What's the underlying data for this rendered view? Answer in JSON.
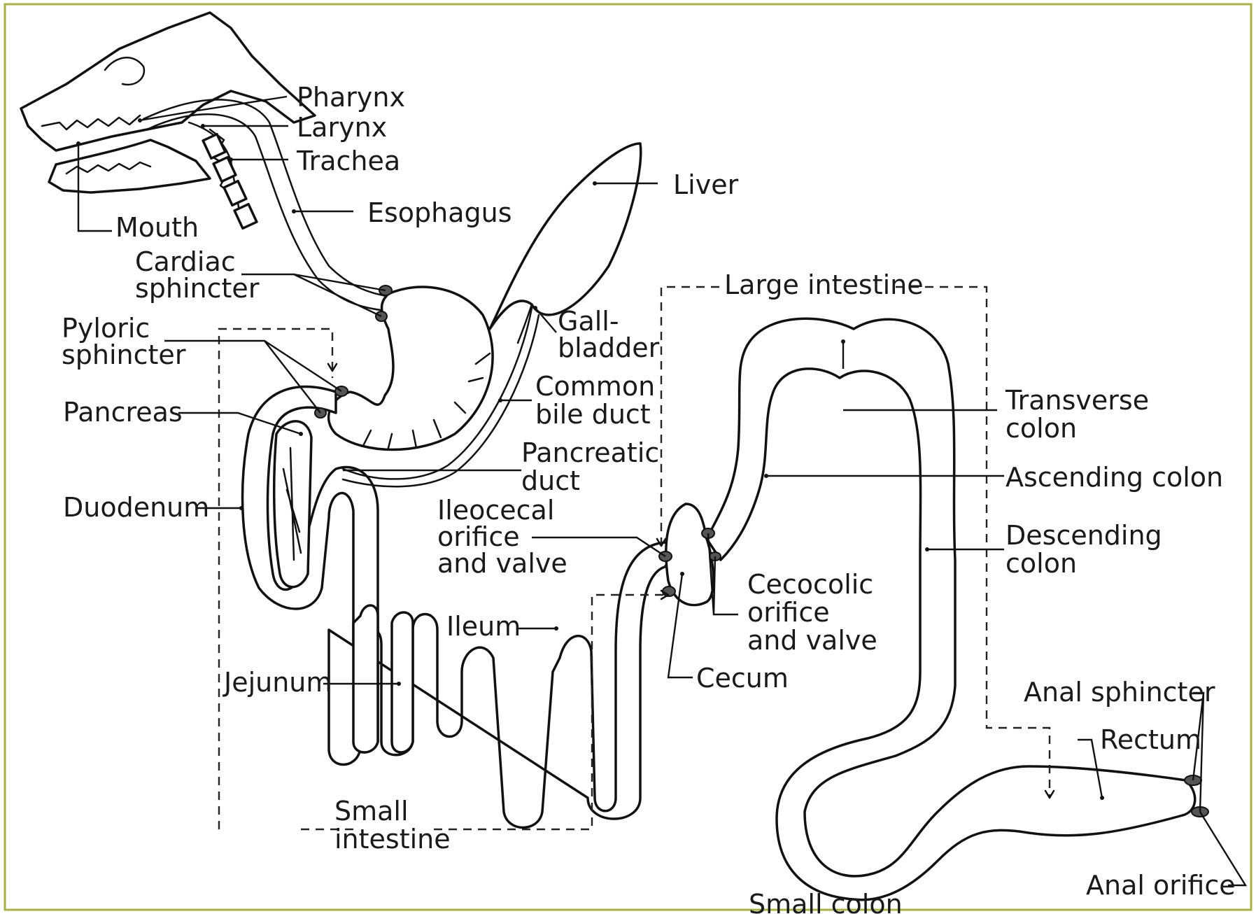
{
  "colors": {
    "border": "#a8b04a",
    "ink": "#111111",
    "background": "#ffffff"
  },
  "labels": {
    "pharynx": "Pharynx",
    "larynx": "Larynx",
    "trachea": "Trachea",
    "mouth": "Mouth",
    "esophagus": "Esophagus",
    "liver": "Liver",
    "cardiac_1": "Cardiac",
    "cardiac_2": "sphincter",
    "pyloric_1": "Pyloric",
    "pyloric_2": "sphincter",
    "gall_1": "Gall-",
    "gall_2": "bladder",
    "large_intestine": "Large intestine",
    "pancreas": "Pancreas",
    "common_bile_1": "Common",
    "common_bile_2": "bile duct",
    "transverse_1": "Transverse",
    "transverse_2": "colon",
    "pancreatic_1": "Pancreatic",
    "pancreatic_2": "duct",
    "ascending": "Ascending colon",
    "duodenum": "Duodenum",
    "ileocecal_1": "Ileocecal",
    "ileocecal_2": "orifice",
    "ileocecal_3": "and valve",
    "descending_1": "Descending",
    "descending_2": "colon",
    "cecocolic_1": "Cecocolic",
    "cecocolic_2": "orifice",
    "cecocolic_3": "and valve",
    "ileum": "Ileum",
    "jejunum": "Jejunum",
    "cecum": "Cecum",
    "anal_sphincter": "Anal sphincter",
    "rectum": "Rectum",
    "small_int_1": "Small",
    "small_int_2": "intestine",
    "anal_orifice": "Anal orifice",
    "small_colon": "Small colon"
  }
}
